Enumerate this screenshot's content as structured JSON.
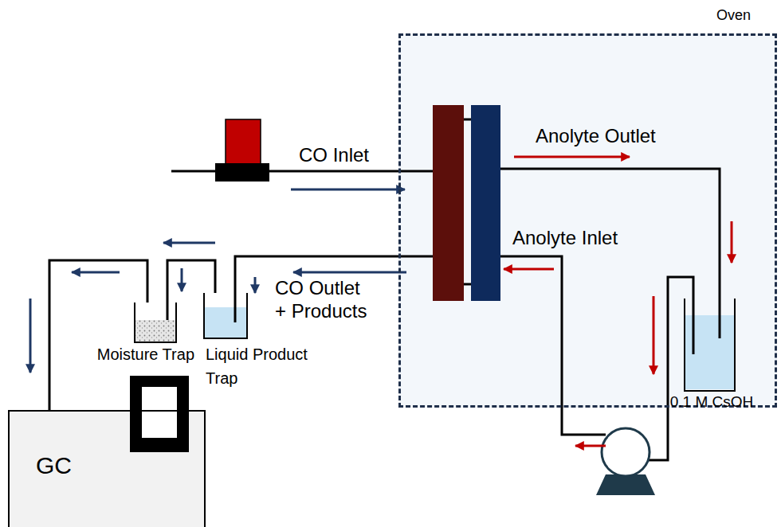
{
  "diagram": {
    "nodes": [
      {
        "text": [
          "Oven"
        ]
      },
      {
        "text": [
          "Liquid Product Trap"
        ]
      },
      {
        "text": [
          "Moisture Trap"
        ]
      },
      {
        "text": [
          "0.1 M CsOH"
        ],
        "in": 0
      },
      {
        "text": [
          "GC"
        ]
      }
    ],
    "edges": [
      {
        "from": 1,
        "to": 2,
        "arrow": "none"
      },
      {
        "from": 2,
        "to": 4,
        "arrow": "none"
      }
    ],
    "labels": [
      "CO Inlet",
      "Anolyte Outlet",
      "Anolyte Inlet",
      "CO Outlet + Products"
    ]
  }
}
